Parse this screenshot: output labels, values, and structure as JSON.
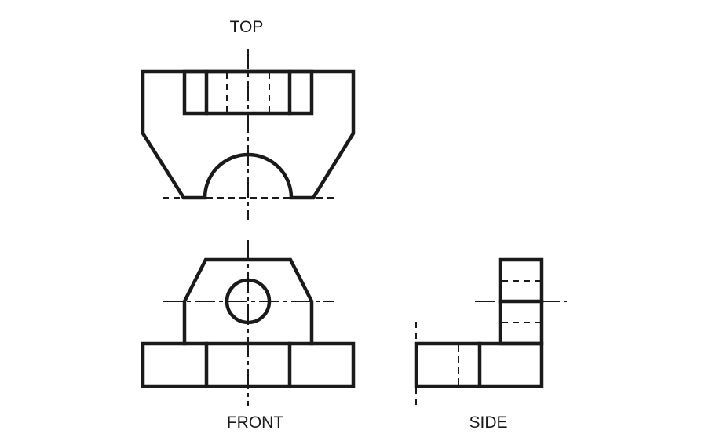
{
  "views": {
    "top": {
      "label": "TOP"
    },
    "front": {
      "label": "FRONT"
    },
    "side": {
      "label": "SIDE"
    }
  },
  "colors": {
    "line": "#1a1a1a",
    "background": "#ffffff"
  }
}
